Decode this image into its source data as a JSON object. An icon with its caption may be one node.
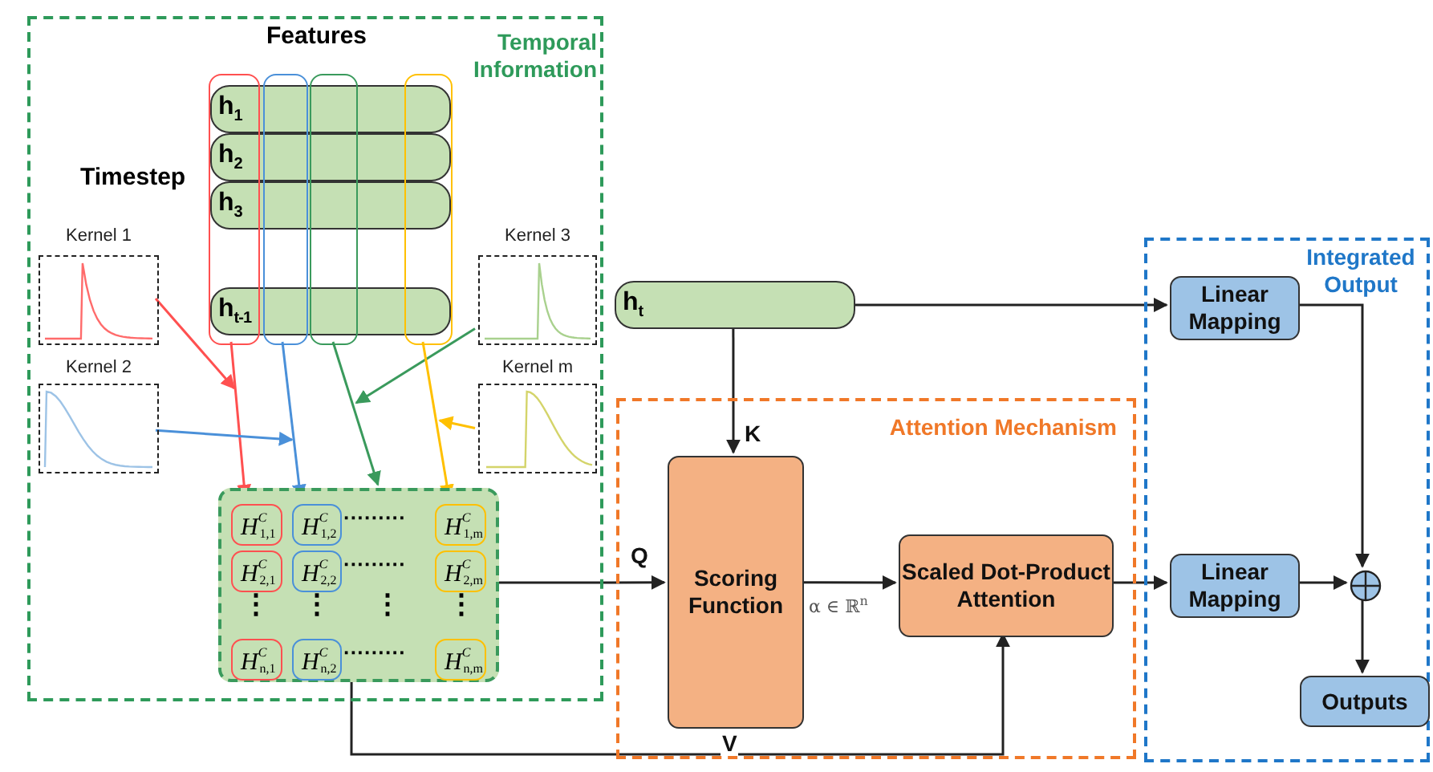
{
  "diagram": {
    "nodes": [
      {
        "text": [
          "Temporal Information"
        ]
      },
      {
        "text": [
          "h$_{1}$"
        ],
        "in": 0
      },
      {
        "text": [
          "h$_{2}$"
        ],
        "in": 0
      },
      {
        "text": [
          "h$_{3}$"
        ],
        "in": 0
      },
      {
        "text": [
          "h$_{t-1}$"
        ],
        "in": 0
      },
      {
        "text": [],
        "shape": "box",
        "in": 0
      },
      {
        "text": [],
        "shape": "box",
        "in": 0
      },
      {
        "text": [],
        "shape": "box",
        "in": 0
      },
      {
        "text": [],
        "shape": "box",
        "in": 0
      },
      {
        "text": [
          "Kernel 1"
        ],
        "in": 0
      },
      {
        "text": [
          "Kernel 3"
        ],
        "in": 0
      },
      {
        "text": [
          "Kernel 2"
        ],
        "in": 0
      },
      {
        "text": [
          "Kernel m"
        ],
        "in": 0
      },
      {
        "text": [],
        "shape": "box",
        "in": 0
      },
      {
        "text": [
          "H$^{C}$$_{1,1}$"
        ],
        "in": 13
      },
      {
        "text": [
          "H$^{C}$$_{1,2}$"
        ],
        "in": 13
      },
      {
        "text": [
          "H$^{C}$$_{1,m}$"
        ],
        "in": 13
      },
      {
        "text": [
          "H$^{C}$$_{2,1}$"
        ],
        "in": 13
      },
      {
        "text": [
          "H$^{C}$$_{2,2}$"
        ],
        "in": 13
      },
      {
        "text": [
          "H$^{C}$$_{2,m}$"
        ],
        "in": 13
      },
      {
        "text": [
          "H$^{C}$$_{n,1}$"
        ],
        "in": 13
      },
      {
        "text": [
          "H$^{C}$$_{n,2}$"
        ],
        "in": 13
      },
      {
        "text": [
          "H$^{C}$$_{n,m}$"
        ],
        "in": 13
      },
      {
        "text": [
          "h$_{t}$"
        ]
      },
      {
        "text": [
          "Attention Mechanism"
        ]
      },
      {
        "text": [
          "Scoring Function"
        ],
        "in": 24
      },
      {
        "text": [
          "Scaled Dot-Product Attention"
        ],
        "in": 24
      },
      {
        "text": [
          "Integrated Output"
        ]
      },
      {
        "text": [
          "Linear Mapping"
        ],
        "in": 27
      },
      {
        "text": [
          "Linear Mapping"
        ],
        "in": 27
      },
      {
        "text": [],
        "shape": "circle",
        "in": 27
      },
      {
        "text": [
          "Outputs"
        ],
        "in": 27
      }
    ],
    "edges": [
      {
        "from": 9,
        "to": null,
        "arrow": "to",
        "color": "#ff5050"
      },
      {
        "from": 5,
        "to": 14,
        "arrow": "to",
        "color": "#ff5050"
      },
      {
        "from": 6,
        "to": 15,
        "arrow": "to",
        "color": "#4a90d9"
      },
      {
        "from": 11,
        "to": null,
        "arrow": "to",
        "color": "#4a90d9"
      },
      {
        "from": 7,
        "to": 13,
        "arrow": "to",
        "color": "#3a9a5c"
      },
      {
        "from": 10,
        "to": null,
        "arrow": "to",
        "color": "#3a9a5c"
      },
      {
        "from": 8,
        "to": 16,
        "arrow": "to",
        "color": "#ffc000"
      },
      {
        "from": 12,
        "to": null,
        "arrow": "to",
        "color": "#ffc000"
      },
      {
        "from": 23,
        "to": 28,
        "arrow": "to"
      },
      {
        "from": 23,
        "to": 25,
        "arrow": "to",
        "label": "K"
      },
      {
        "from": 13,
        "to": 25,
        "arrow": "to",
        "label": "Q"
      },
      {
        "from": 25,
        "to": 26,
        "arrow": "to",
        "label": "α ∈ ℝ$^{n}$"
      },
      {
        "from": 13,
        "to": 26,
        "arrow": "to",
        "label": "V"
      },
      {
        "from": 26,
        "to": 29,
        "arrow": "to"
      },
      {
        "from": 28,
        "to": 30,
        "arrow": "to"
      },
      {
        "from": 29,
        "to": 30,
        "arrow": "to"
      },
      {
        "from": 30,
        "to": 31,
        "arrow": "to"
      }
    ],
    "labels": [
      "Features",
      "Timestep",
      "·········",
      "·········",
      "⋮",
      "⋮",
      "⋮",
      "⋮",
      "·········"
    ]
  }
}
